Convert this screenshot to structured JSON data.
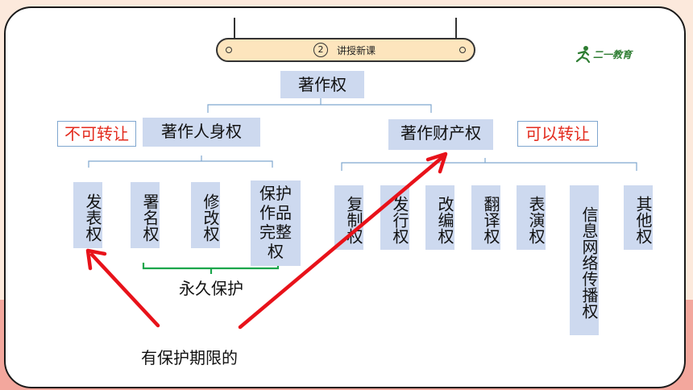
{
  "header": {
    "number": "2",
    "title": "讲授新课"
  },
  "logo": {
    "text": "二一教育",
    "icon": "running-figure-icon"
  },
  "root": "著作权",
  "branches": {
    "personal": {
      "label": "著作人身权",
      "tag": "不可转让",
      "items": [
        "发表权",
        "署名权",
        "修改权",
        "保护作品完整权"
      ],
      "note": "永久保护"
    },
    "property": {
      "label": "著作财产权",
      "tag": "可以转让",
      "items": [
        "复制权",
        "发行权",
        "改编权",
        "翻译权",
        "表演权",
        "信息网络传播权",
        "其他权"
      ]
    }
  },
  "annotation": "有保护期限的",
  "colors": {
    "box": "#cdd9ef",
    "arrow": "#e8121a",
    "tag_nontransfer": "#e32b1e",
    "tag_transfer": "#e32b1e",
    "bracket_green": "#1aa64b",
    "connector": "#7fa6cf"
  }
}
